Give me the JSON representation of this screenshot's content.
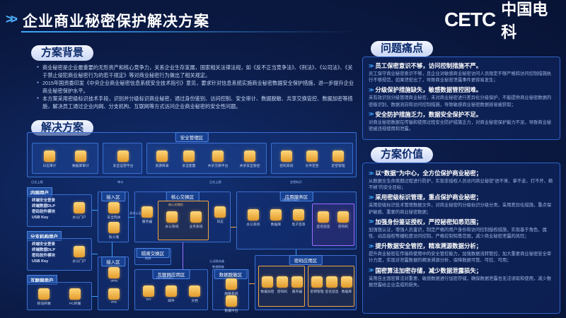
{
  "header": {
    "title": "企业商业秘密保护解决方案",
    "logo_mark": "CETC",
    "logo_text": "中国电科"
  },
  "background": {
    "tag": "方案背景",
    "bullets": [
      "商业秘密是企业最重要的无形资产和核心竞争力，关系企业生存发展，国家相关法律法规，如《反不正当竞争法》、《刑法》、《公司法》、《关于禁止侵犯商业秘密行为的若干规定》等对商业秘密行为做出了相关规定。",
      "2015年国资委印发《中央企业商业秘密信息系统安全技术指引》意见，要求针对信息系统实施商业秘密数据安全保护措施，进一步提升企业商业秘密保护水平。",
      "本方案采用密级标识技术手段，识别并分级标识商业秘密，通过身份鉴别、访问控制、安全审计、数据脱敏、共享交换管控、数据加密等措施，解决员工通过企业内网、分支机构、互联网等方式访问企业商业秘密的安全性问题。"
    ]
  },
  "solution": {
    "tag": "解决方案",
    "mgmt_zone": "安全管理区",
    "mgmt_items": [
      "日志审计",
      "数据库审计",
      "安全运营平台",
      "资源目录",
      "安全配置",
      "共享交换平台",
      "共享安全管控",
      "密码系统",
      "文件定密",
      "定密管理"
    ],
    "intranet": "内网用户",
    "intranet_list": [
      "终端安全登录",
      "终端数据DLP",
      "密码软件模块",
      "USB Key"
    ],
    "branch": "分支机构用户",
    "branch_list": [
      "终端安全登录",
      "终端数据DLP",
      "密码软件模块",
      "USB Key"
    ],
    "internet": "互联网用户",
    "internet_items": [
      "移动终端",
      "PC终端"
    ],
    "access_zone": "接入区",
    "access_zone2": "接入区",
    "core_zone": "核心交换区",
    "core_node": "核心交换机",
    "isolation_zone": "隔离交换区",
    "app_zone": "应用服务区",
    "app_zone_sub": "(普通应用区)",
    "internet_app": "互联网应用区",
    "internet_app_sub": "(访问商务区)",
    "desens_zone": "数据脱敏区",
    "secret_zone": "密码应用区",
    "node_labels": [
      "办公门户",
      "终端设备",
      "安全网关",
      "防火墙",
      "VPN",
      "IPS",
      "网闸",
      "办公系统",
      "业务系统",
      "数据库",
      "OA",
      "邮件",
      "文档",
      "脱敏系统",
      "数据中台",
      "电子签章",
      "签名验签",
      "密码机",
      "服务器",
      "移动终端",
      "PC终端",
      "日志",
      "数据加密"
    ],
    "tiny_labels": [
      "身份认证",
      "访问控制",
      "日志上报",
      "审计",
      "数据加密",
      "共享交换",
      "加密通道",
      "文件加密",
      "定密标识",
      "终端审计",
      "认证服务器",
      "数据脱敏",
      "密钥管理"
    ]
  },
  "pain_points": {
    "tag": "问题痛点",
    "items": [
      {
        "title": "员工保密意识不够，访问控制措施不严。",
        "body": "员工保守商业秘密意识不够，且企业对敏感商业秘密访问人员限定不够严格和访问控制措施执行不够规范，如果泄密出了，导致商业秘密泄露事件更容易发生；"
      },
      {
        "title": "分级保护措施缺失，敏感数据管控困难。",
        "body": "未有效识别分级管理商业秘密，未对商业秘密进行差异化分级保护，不能提供商业秘密数据的密级识别，数据流向和访问控制措施，导致敏感商业秘密数据容易被获取；"
      },
      {
        "title": "安全防护措施乏力，数据安全保护不足。",
        "body": "对商业秘密数据在传输和使用过程安全防护措施乏力，对商业秘密保护能力不足，导致商业秘密被违规使用和泄露。"
      }
    ]
  },
  "value": {
    "tag": "方案价值",
    "items": [
      {
        "title": "以“数据”为中心，全方位保护商业秘密；",
        "body": "从数据全生命周期过程进行防护，实现非授权人员访问商业秘密“进不来、拿不走、打不开、赖不掉”的安全目标；"
      },
      {
        "title": "采用密级标识管理，重点保护商业秘密；",
        "body": "采用密级标识技术管理数据文件，对商业秘密的分级标识分级分类，采用差异化措施，重点保护敏感、重要的商业秘密数据；"
      },
      {
        "title": "加强身份鉴证授权，严控秘密知悉范围；",
        "body": "加强强认证，增强人员鉴识，制定严格的用户身份和访问控制授权措施，实现基于角色、属性、动态授权等细粒度访问控制，严格控制知悉范围，减少商业秘密泄露的风险；"
      },
      {
        "title": "提升数据安全管控，精准溯源数据分析；",
        "body": "提升商业秘密在传输和使用中的安全管控能力，加强数据流转管控，加大重要商业秘密安全审计力度，实现对泄露数据的精准溯源分析，保障数据可管、可控、可用；"
      },
      {
        "title": "国密算法加密存储，减少数据泄露损失；",
        "body": "采用自主国密算法对重要、敏感数据进行加密存储，确保数据泄露也无法读取和使用，减少数据泄露给企业造成的损失。"
      }
    ]
  },
  "colors": {
    "background": "#0b1a44",
    "accent": "#3fa9ff",
    "icon": "#e39b2c",
    "tag_text": "#0b2a6b"
  }
}
